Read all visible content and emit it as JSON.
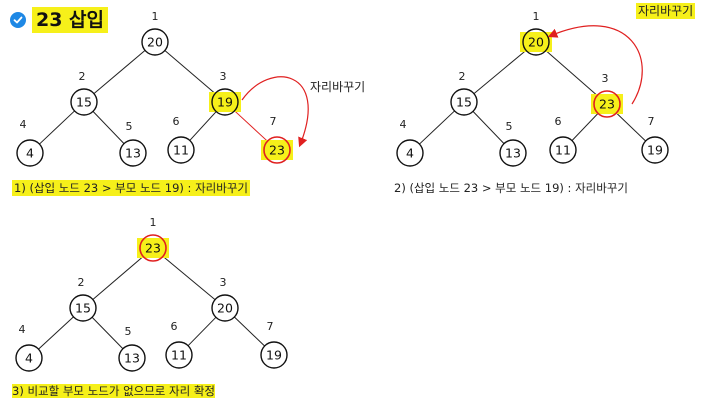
{
  "title": "23 삽입",
  "swap_label": "자리바꾸기",
  "captions": [
    "1) (삽입 노드 23 > 부모 노드 19) : 자리바꾸기",
    "2) (삽입 노드 23 > 부모 노드 19) : 자리바꾸기",
    "3) 비교할 부모 노드가 없으므로 자리 확정"
  ],
  "colors": {
    "highlight": "#f6f01a",
    "red": "#e02020",
    "check": "#1e88e5",
    "node_border": "#111111"
  },
  "trees": [
    {
      "name": "step-1",
      "nodes": [
        {
          "index": "1",
          "value": "20"
        },
        {
          "index": "2",
          "value": "15"
        },
        {
          "index": "3",
          "value": "19",
          "highlight": true
        },
        {
          "index": "4",
          "value": "4"
        },
        {
          "index": "5",
          "value": "13"
        },
        {
          "index": "6",
          "value": "11"
        },
        {
          "index": "7",
          "value": "23",
          "highlight": true,
          "red": true
        }
      ]
    },
    {
      "name": "step-2",
      "nodes": [
        {
          "index": "1",
          "value": "20",
          "highlight": true
        },
        {
          "index": "2",
          "value": "15"
        },
        {
          "index": "3",
          "value": "23",
          "highlight": true,
          "red": true
        },
        {
          "index": "4",
          "value": "4"
        },
        {
          "index": "5",
          "value": "13"
        },
        {
          "index": "6",
          "value": "11"
        },
        {
          "index": "7",
          "value": "19"
        }
      ]
    },
    {
      "name": "step-3",
      "nodes": [
        {
          "index": "1",
          "value": "23",
          "highlight": true,
          "red": true
        },
        {
          "index": "2",
          "value": "15"
        },
        {
          "index": "3",
          "value": "20"
        },
        {
          "index": "4",
          "value": "4"
        },
        {
          "index": "5",
          "value": "13"
        },
        {
          "index": "6",
          "value": "11"
        },
        {
          "index": "7",
          "value": "19"
        }
      ]
    }
  ]
}
